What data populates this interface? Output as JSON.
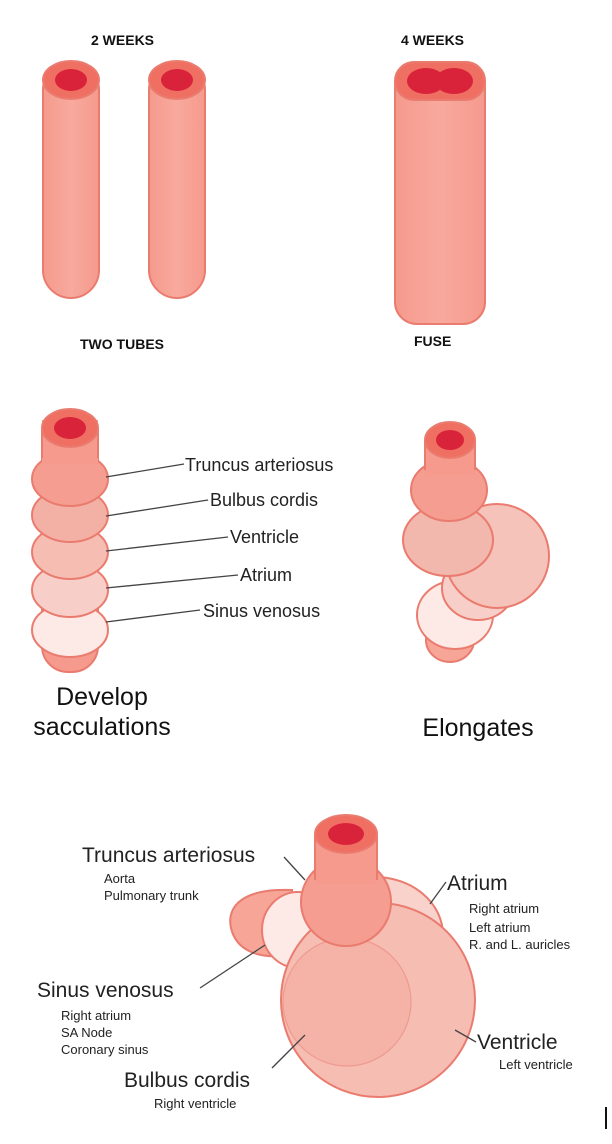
{
  "stage_1": {
    "heading_left": "2 WEEKS",
    "heading_right": "4 WEEKS",
    "caption_left": "TWO TUBES",
    "caption_right": "FUSE"
  },
  "stage_2": {
    "labels": [
      "Truncus arteriosus",
      "Bulbus cordis",
      "Ventricle",
      "Atrium",
      "Sinus venosus"
    ],
    "caption_left_line1": "Develop",
    "caption_left_line2": "sacculations",
    "caption_right": "Elongates"
  },
  "stage_3": {
    "truncus": {
      "name": "Truncus arteriosus",
      "details": [
        "Aorta",
        "Pulmonary trunk"
      ]
    },
    "atrium": {
      "name": "Atrium",
      "details": [
        "Right atrium",
        "Left atrium",
        "R. and L. auricles"
      ]
    },
    "sinus": {
      "name": "Sinus venosus",
      "details": [
        "Right atrium",
        "SA Node",
        "Coronary sinus"
      ]
    },
    "ventricle": {
      "name": "Ventricle",
      "details": [
        "Left ventricle"
      ]
    },
    "bulbus": {
      "name": "Bulbus cordis",
      "details": [
        "Right ventricle"
      ]
    }
  },
  "colors": {
    "tube_fill": "#f7a195",
    "tube_stroke": "#ea7b6f",
    "lumen": "#d9233a",
    "leader_line": "#444444"
  }
}
